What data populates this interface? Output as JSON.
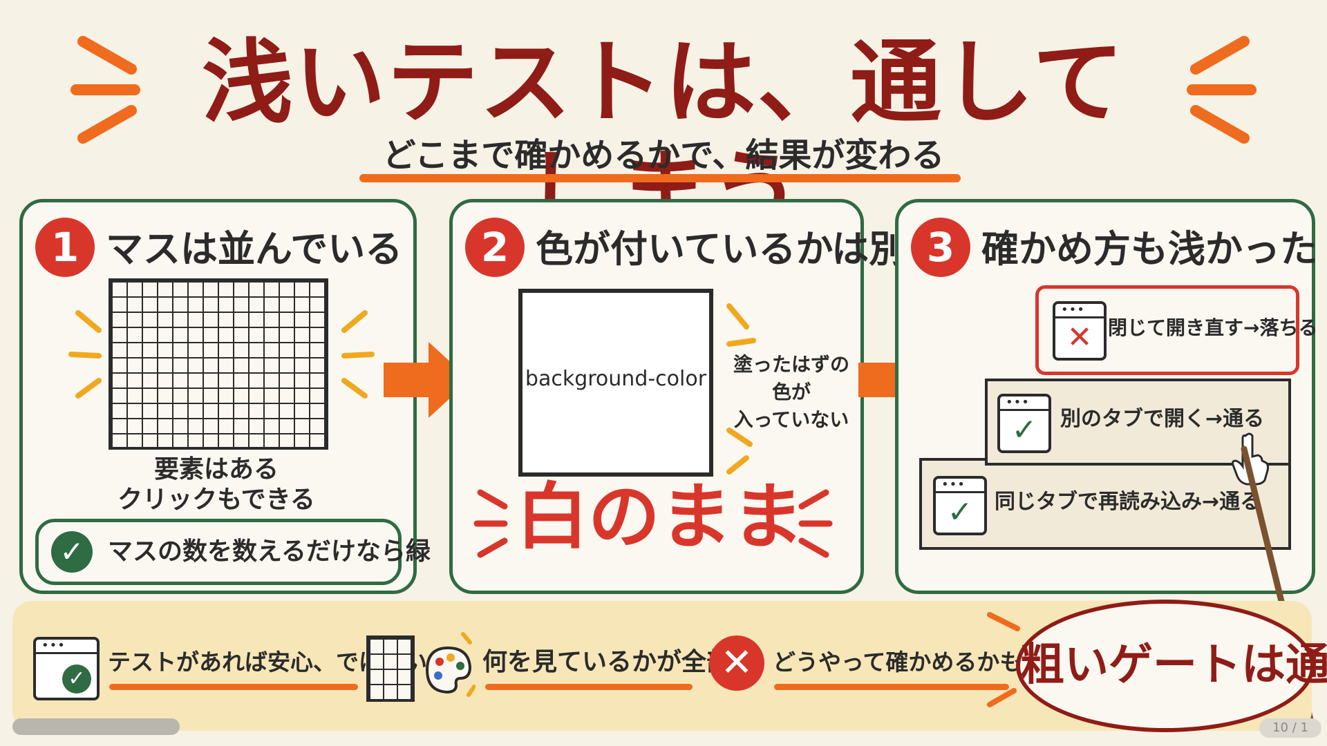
{
  "title": "浅いテストは、通してしまう",
  "subtitle": "どこまで確かめるかで、結果が変わる",
  "panels": [
    {
      "number": "1",
      "title": "マスは並んでいる",
      "caption_line1": "要素はある",
      "caption_line2": "クリックもできる",
      "pill": "マスの数を数えるだけなら緑"
    },
    {
      "number": "2",
      "title": "色が付いているかは別",
      "box_label": "background-color",
      "note_line1": "塗ったはずの色が",
      "note_line2": "入っていない",
      "emphasis": "白のまま"
    },
    {
      "number": "3",
      "title": "確かめ方も浅かった",
      "steps": [
        {
          "text": "閉じて開き直す→落ちる",
          "mark": "✕"
        },
        {
          "text": "別のタブで開く→通る",
          "mark": "✓"
        },
        {
          "text": "同じタブで再読み込み→通る",
          "mark": "✓"
        }
      ]
    }
  ],
  "bottom": {
    "item1": "テストがあれば安心、ではない",
    "item2": "何を見ているかが全部",
    "item3": "どうやって確かめるかも全部",
    "bubble": "粗いゲートは通す"
  },
  "page_indicator": "10 / 1",
  "colors": {
    "title": "#8f1c17",
    "accent_orange": "#ef6b1d",
    "green": "#2f6b43",
    "red": "#d9362b",
    "background": "#f7f2e6"
  }
}
